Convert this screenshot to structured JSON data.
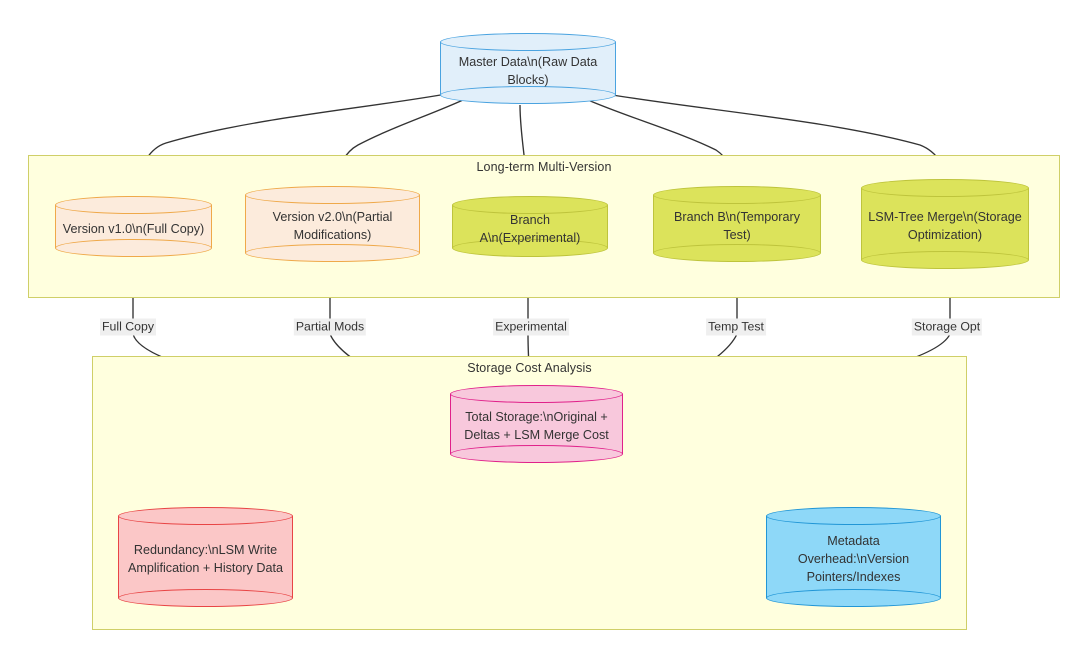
{
  "diagram": {
    "title": "Storage Cost Analysis",
    "type": "flowchart",
    "subgraphs": [
      {
        "id": "long-term-multi-version",
        "label": "Long-term Multi-Version"
      },
      {
        "id": "storage-cost-analysis",
        "label": "Storage Cost Analysis"
      }
    ],
    "nodes": [
      {
        "id": "master-data",
        "label": "Master Data\\n(Raw Data Blocks)",
        "fill": "#E1EFFA",
        "stroke": "#4AA3E0",
        "shape": "cylinder"
      },
      {
        "id": "version-v1",
        "label": "Version v1.0\\n(Full Copy)",
        "fill": "#FCEBDC",
        "stroke": "#EFA94A",
        "shape": "cylinder"
      },
      {
        "id": "version-v2",
        "label": "Version v2.0\\n(Partial Modifications)",
        "fill": "#FCEBDC",
        "stroke": "#EFA94A",
        "shape": "cylinder"
      },
      {
        "id": "branch-a",
        "label": "Branch A\\n(Experimental)",
        "fill": "#DCE35B",
        "stroke": "#BEC43C",
        "shape": "cylinder"
      },
      {
        "id": "branch-b",
        "label": "Branch B\\n(Temporary Test)",
        "fill": "#DCE35B",
        "stroke": "#BEC43C",
        "shape": "cylinder"
      },
      {
        "id": "lsm-tree-merge",
        "label": "LSM-Tree Merge\\n(Storage Optimization)",
        "fill": "#DCE35B",
        "stroke": "#BEC43C",
        "shape": "cylinder"
      },
      {
        "id": "total-storage",
        "label": "Total Storage:\\nOriginal + Deltas + LSM Merge Cost",
        "fill": "#F8C8DC",
        "stroke": "#E0218A",
        "shape": "cylinder"
      },
      {
        "id": "redundancy",
        "label": "Redundancy:\\nLSM Write Amplification + History Data",
        "fill": "#FBC7C7",
        "stroke": "#E84545",
        "shape": "cylinder"
      },
      {
        "id": "metadata-overhead",
        "label": "Metadata Overhead:\\nVersion Pointers/Indexes",
        "fill": "#8ED8F8",
        "stroke": "#2196D6",
        "shape": "cylinder"
      }
    ],
    "edge_labels": [
      {
        "id": "full-copy",
        "label": "Full Copy"
      },
      {
        "id": "partial-mods",
        "label": "Partial Mods"
      },
      {
        "id": "experimental",
        "label": "Experimental"
      },
      {
        "id": "temp-test",
        "label": "Temp Test"
      },
      {
        "id": "storage-opt",
        "label": "Storage Opt"
      }
    ],
    "colors": {
      "subgraph_fill": "#ffffde",
      "subgraph_stroke": "#cfcf68",
      "edge_stroke": "#333333",
      "edge_label_bg": "#efefef",
      "text": "#333333"
    }
  }
}
